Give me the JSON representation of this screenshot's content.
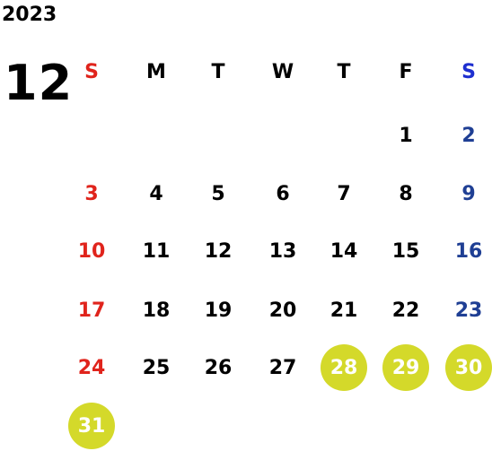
{
  "calendar": {
    "year": "2023",
    "month": "12",
    "highlight_color": "#d4d92a",
    "sunday_color": "#e0241c",
    "saturday_color": "#1f3f94",
    "weekdays": [
      "S",
      "M",
      "T",
      "W",
      "T",
      "F",
      "S"
    ],
    "weeks": [
      [
        "",
        "",
        "",
        "",
        "",
        "1",
        "2"
      ],
      [
        "3",
        "4",
        "5",
        "6",
        "7",
        "8",
        "9"
      ],
      [
        "10",
        "11",
        "12",
        "13",
        "14",
        "15",
        "16"
      ],
      [
        "17",
        "18",
        "19",
        "20",
        "21",
        "22",
        "23"
      ],
      [
        "24",
        "25",
        "26",
        "27",
        "28",
        "29",
        "30"
      ],
      [
        "31",
        "",
        "",
        "",
        "",
        "",
        ""
      ]
    ],
    "highlighted_days": [
      "28",
      "29",
      "30",
      "31"
    ]
  }
}
